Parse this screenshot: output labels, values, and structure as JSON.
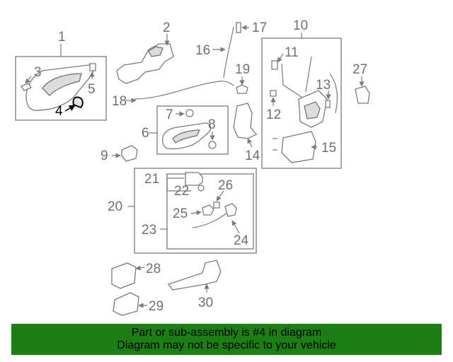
{
  "diagram": {
    "callouts": [
      "1",
      "2",
      "3",
      "4",
      "5",
      "6",
      "7",
      "8",
      "9",
      "10",
      "11",
      "12",
      "13",
      "14",
      "15",
      "16",
      "17",
      "18",
      "19",
      "20",
      "21",
      "22",
      "23",
      "24",
      "25",
      "26",
      "27",
      "28",
      "29",
      "30"
    ],
    "highlighted": "4"
  },
  "banner": {
    "line1": "Part or sub-assembly is #4 in diagram",
    "line2": "Diagram may not be specific to your vehicle",
    "color": "#1e7e16"
  }
}
